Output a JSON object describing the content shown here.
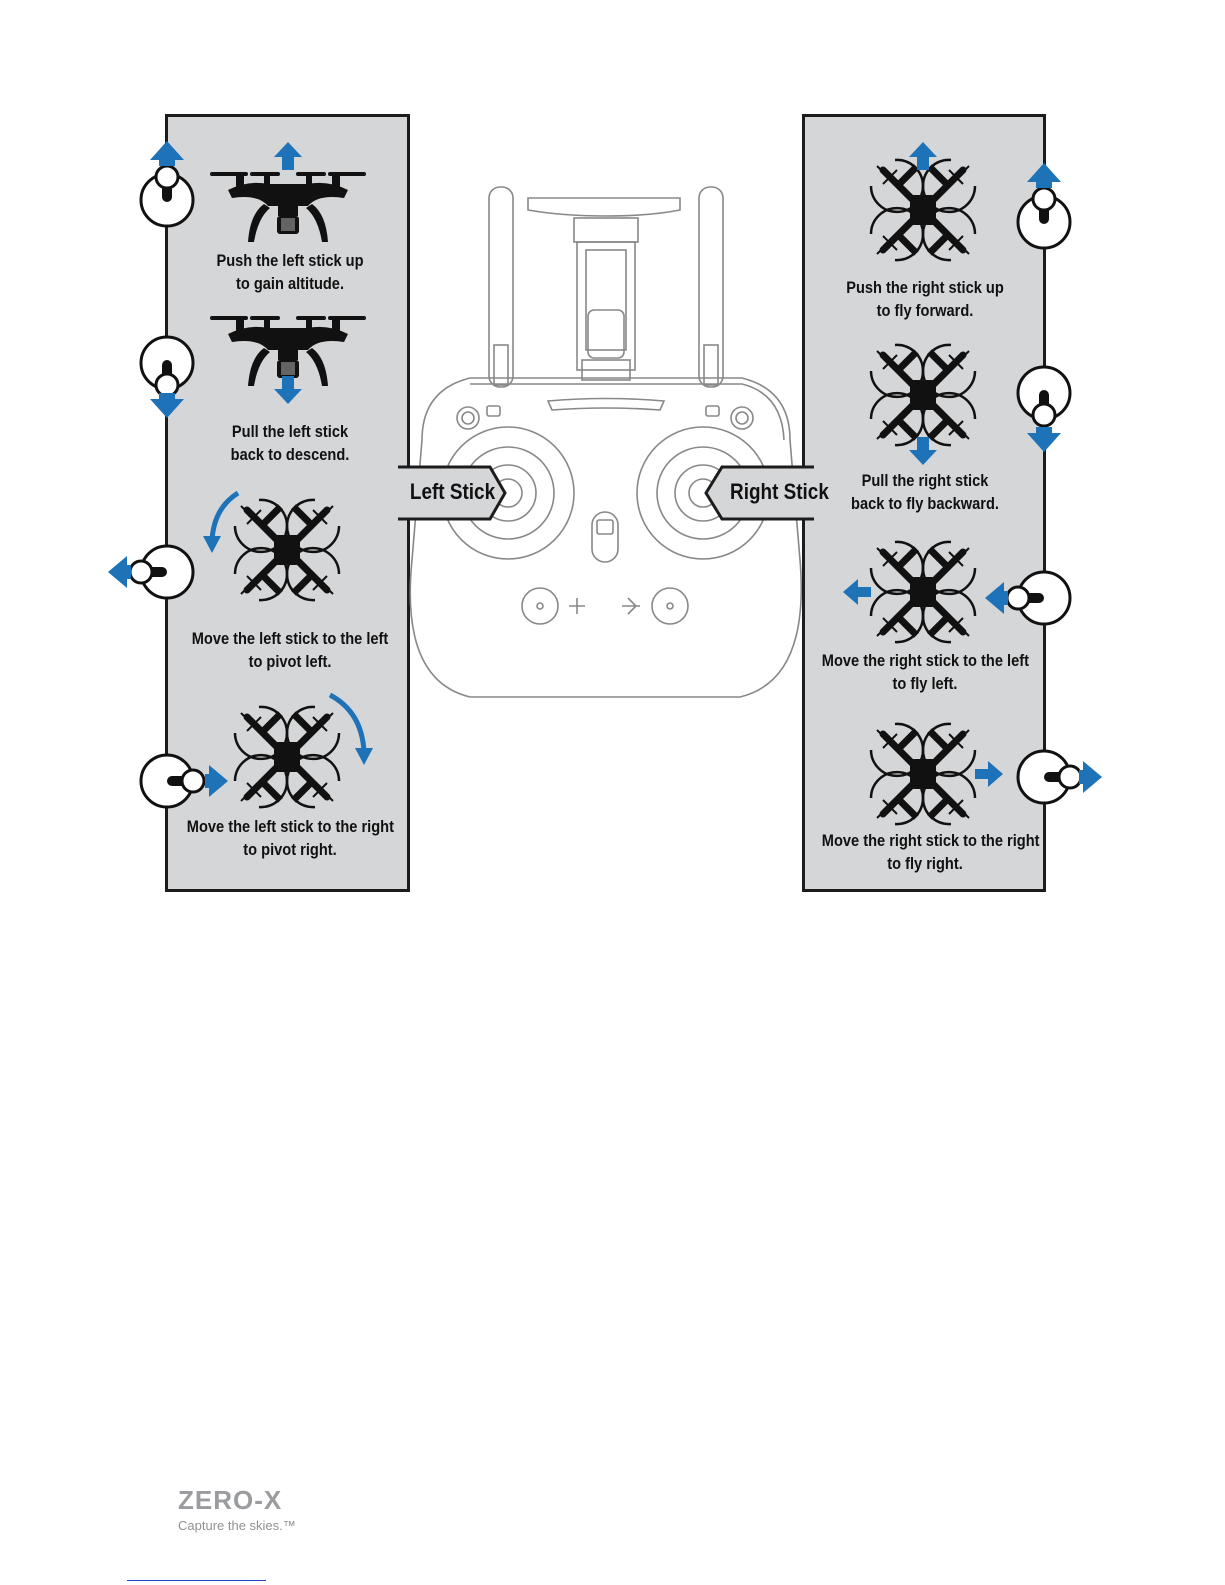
{
  "left_panel": {
    "steps": [
      {
        "line1": "Push the left stick up",
        "line2": "to gain altitude."
      },
      {
        "line1": "Pull the left stick",
        "line2": "back to descend."
      },
      {
        "line1": "Move the left stick to the left",
        "line2": "to pivot left."
      },
      {
        "line1": "Move the left stick to the right",
        "line2": "to pivot right."
      }
    ]
  },
  "right_panel": {
    "steps": [
      {
        "line1": "Push the right stick up",
        "line2": "to fly forward."
      },
      {
        "line1": "Pull the right stick",
        "line2": "back to fly backward."
      },
      {
        "line1": "Move the right stick to the left",
        "line2": "to fly left."
      },
      {
        "line1": "Move the right stick to the right",
        "line2": "to fly right."
      }
    ]
  },
  "controller": {
    "left_stick_label": "Left Stick",
    "right_stick_label": "Right Stick"
  },
  "brand": {
    "logo": "ZERO-X",
    "tagline": "Capture the skies.™"
  },
  "colors": {
    "arrow": "#1d72b8",
    "panel": "#d5d6d8",
    "ink": "#111111"
  },
  "icons": [
    "stick-knob-icon",
    "arrow-up-icon",
    "arrow-down-icon",
    "arrow-left-icon",
    "arrow-right-icon",
    "curved-arrow-icon",
    "drone-side-icon",
    "drone-top-icon",
    "controller-icon"
  ]
}
